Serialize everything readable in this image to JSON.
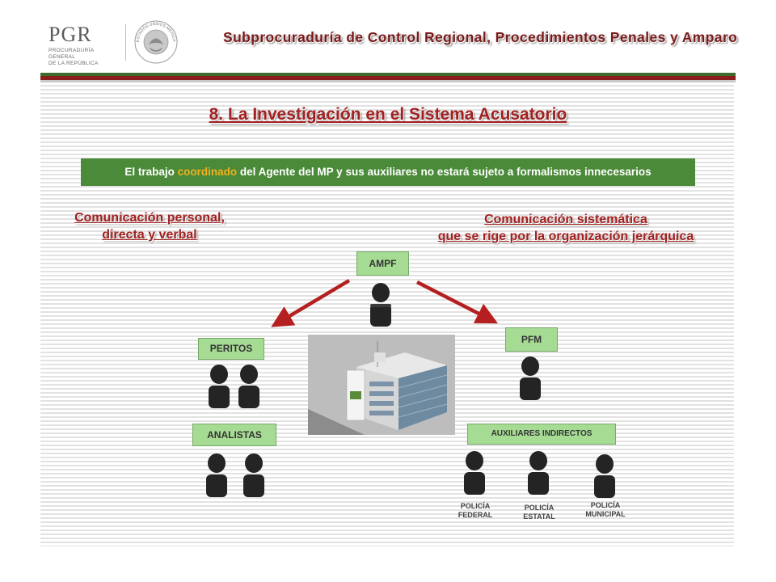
{
  "header": {
    "logo_text": "PGR",
    "logo_sub_1": "PROCURADURÍA GENERAL",
    "logo_sub_2": "DE LA REPÚBLICA",
    "seal_text": "ESTADOS UNIDOS MEXICANOS",
    "title": "Subprocuraduría de Control Regional, Procedimientos Penales y Amparo"
  },
  "slide": {
    "title": "8. La Investigación en el Sistema Acusatorio",
    "banner": {
      "part1": "El trabajo ",
      "highlight": "coordinado",
      "part2": " del Agente del MP y sus auxiliares no estará sujeto a formalismos innecesarios"
    },
    "left_heading_1": "Comunicación personal,",
    "left_heading_2": "directa y verbal",
    "right_heading_1": "Comunicación sistemática",
    "right_heading_2": "que se rige por la organización jerárquica"
  },
  "diagram": {
    "nodes": {
      "ampf": "AMPF",
      "peritos": "PERITOS",
      "pfm": "PFM",
      "analistas": "ANALISTAS",
      "auxiliares": "AUXILIARES INDIRECTOS"
    },
    "police": [
      {
        "line1": "POLICÍA",
        "line2": "FEDERAL"
      },
      {
        "line1": "POLICÍA",
        "line2": "ESTATAL"
      },
      {
        "line1": "POLICÍA",
        "line2": "MUNICIPAL"
      }
    ],
    "colors": {
      "box_fill": "#a6db94",
      "arrow": "#b51f1f",
      "banner": "#4a8a38",
      "highlight": "#f2b01e",
      "heading": "#a32020"
    }
  }
}
